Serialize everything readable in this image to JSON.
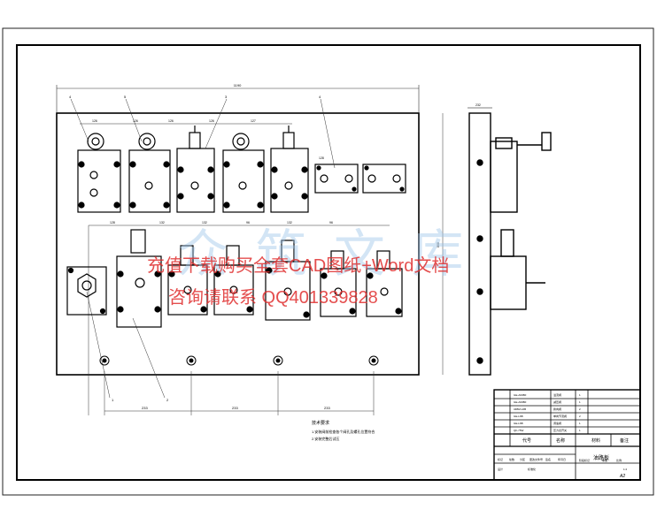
{
  "drawing": {
    "overall_dim": "1190",
    "top_row_dims": [
      "126",
      "126",
      "126",
      "126",
      "127",
      "128"
    ],
    "mid_row_dims": [
      "128",
      "132",
      "132",
      "96",
      "132",
      "96"
    ],
    "bottom_dims": [
      "233",
      "233",
      "233"
    ],
    "side_dim_width": "232",
    "side_dim_height": "800",
    "balloons": [
      "4",
      "5",
      "3",
      "4",
      "1",
      "2"
    ],
    "notes_title": "技术要求",
    "notes_lines": [
      "1.安装阀前检查各个阀孔及螺孔位置符合",
      "2.安装完整后试压"
    ]
  },
  "title_block": {
    "parts": [
      {
        "code": "GE-A63BF",
        "name": "溢流阀",
        "qty": "1",
        "note": ""
      },
      {
        "code": "GE-A63BF",
        "name": "减压阀",
        "qty": "1",
        "note": ""
      },
      {
        "code": "34BM-L6B",
        "name": "换向阀",
        "qty": "2",
        "note": ""
      },
      {
        "code": "GE-L6B",
        "name": "单向节流阀",
        "qty": "2",
        "note": ""
      },
      {
        "code": "GE-L6B",
        "name": "调速阀",
        "qty": "1",
        "note": ""
      },
      {
        "code": "QF-75W",
        "name": "压力表开关",
        "qty": "1",
        "note": ""
      }
    ],
    "header": {
      "code": "代号",
      "name": "名称",
      "qty": "材料",
      "note": "备注"
    },
    "drawing_name": "油路板",
    "sheet_size": "A2",
    "scale": "1:2",
    "labels": {
      "mark": "标记",
      "count": "处数",
      "zone": "分区",
      "change_no": "更改文件号",
      "signature": "签名",
      "date": "年月日",
      "design": "设计",
      "standard": "标准化",
      "stage_mark": "阶段标记",
      "weight": "重量",
      "ratio": "比例"
    }
  },
  "watermark": {
    "logo_text": "众 筑 文 库",
    "line1": "充值下载购买全套CAD图纸+Word文档",
    "line2": "咨询请联系 QQ401339828"
  }
}
